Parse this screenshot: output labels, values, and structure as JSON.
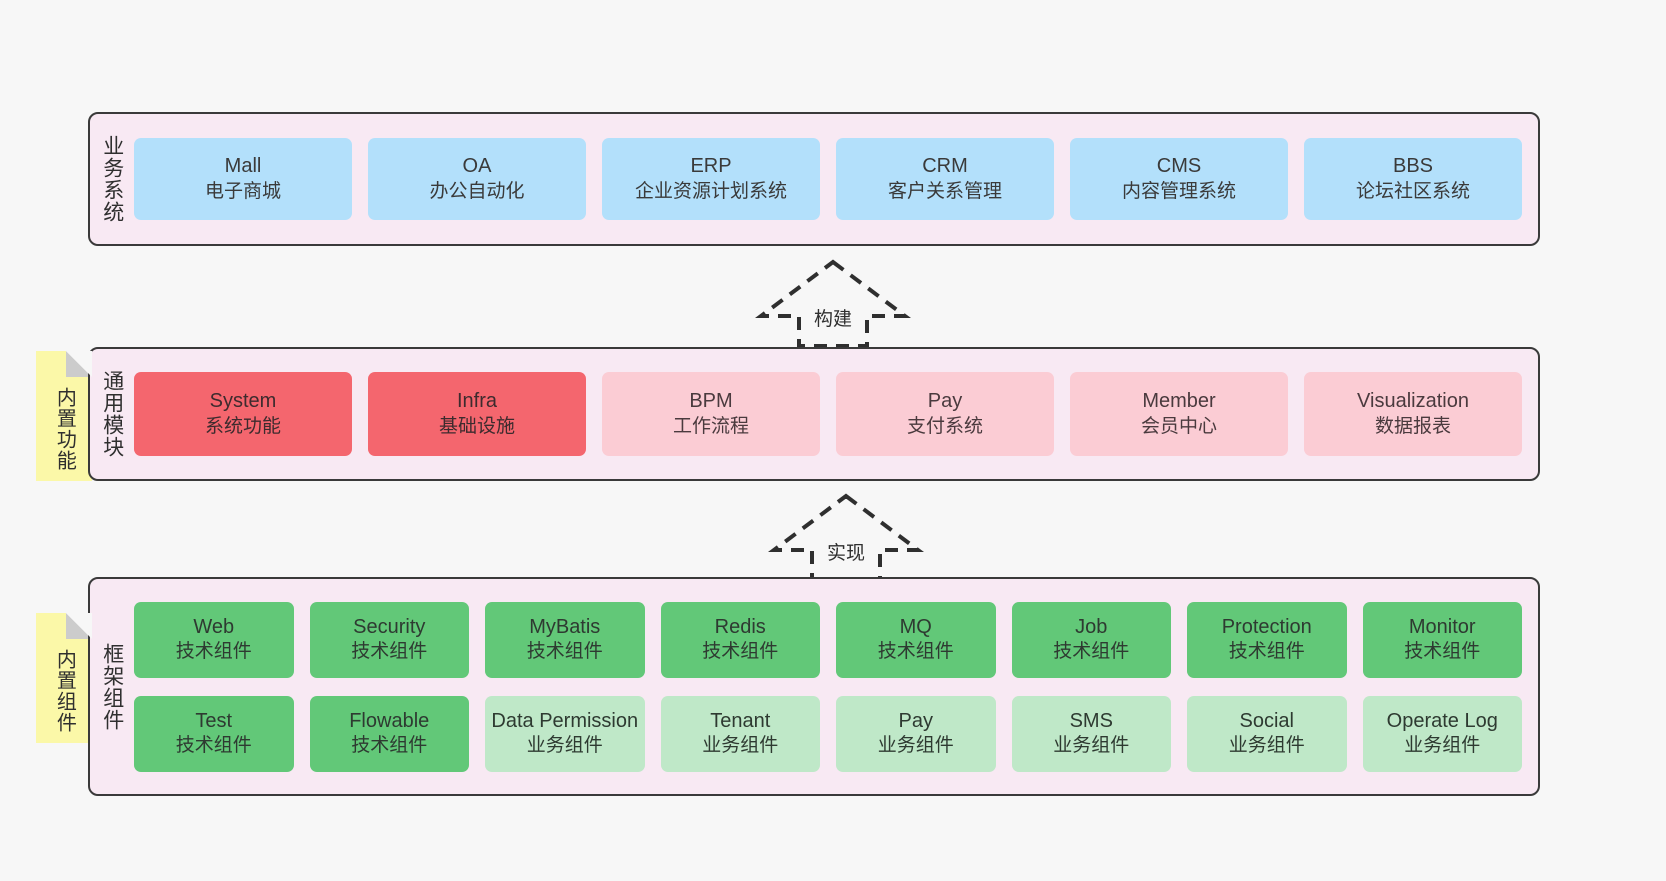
{
  "diagram": {
    "background_color": "#f7f7f7",
    "panel_color": "#f8e9f3",
    "panel_border_color": "#3a3a3a",
    "note_color": "#fbf8a8"
  },
  "layers": [
    {
      "id": "business-systems",
      "title": "业务系统",
      "note": null,
      "rows": [
        {
          "cards": [
            {
              "en": "Mall",
              "cn": "电子商城",
              "color": "#b3e0fb",
              "style": "c-blue"
            },
            {
              "en": "OA",
              "cn": "办公自动化",
              "color": "#b3e0fb",
              "style": "c-blue"
            },
            {
              "en": "ERP",
              "cn": "企业资源计划系统",
              "color": "#b3e0fb",
              "style": "c-blue"
            },
            {
              "en": "CRM",
              "cn": "客户关系管理",
              "color": "#b3e0fb",
              "style": "c-blue"
            },
            {
              "en": "CMS",
              "cn": "内容管理系统",
              "color": "#b3e0fb",
              "style": "c-blue"
            },
            {
              "en": "BBS",
              "cn": "论坛社区系统",
              "color": "#b3e0fb",
              "style": "c-blue"
            }
          ]
        }
      ]
    },
    {
      "id": "common-modules",
      "title": "通用模块",
      "note": "内置功能",
      "rows": [
        {
          "cards": [
            {
              "en": "System",
              "cn": "系统功能",
              "color": "#f4666e",
              "style": "c-red"
            },
            {
              "en": "Infra",
              "cn": "基础设施",
              "color": "#f4666e",
              "style": "c-red"
            },
            {
              "en": "BPM",
              "cn": "工作流程",
              "color": "#fbccd4",
              "style": "c-pink"
            },
            {
              "en": "Pay",
              "cn": "支付系统",
              "color": "#fbccd4",
              "style": "c-pink"
            },
            {
              "en": "Member",
              "cn": "会员中心",
              "color": "#fbccd4",
              "style": "c-pink"
            },
            {
              "en": "Visualization",
              "cn": "数据报表",
              "color": "#fbccd4",
              "style": "c-pink"
            }
          ]
        }
      ]
    },
    {
      "id": "framework-components",
      "title": "框架组件",
      "note": "内置组件",
      "rows": [
        {
          "cards": [
            {
              "en": "Web",
              "cn": "技术组件",
              "color": "#62c878",
              "style": "c-green"
            },
            {
              "en": "Security",
              "cn": "技术组件",
              "color": "#62c878",
              "style": "c-green"
            },
            {
              "en": "MyBatis",
              "cn": "技术组件",
              "color": "#62c878",
              "style": "c-green"
            },
            {
              "en": "Redis",
              "cn": "技术组件",
              "color": "#62c878",
              "style": "c-green"
            },
            {
              "en": "MQ",
              "cn": "技术组件",
              "color": "#62c878",
              "style": "c-green"
            },
            {
              "en": "Job",
              "cn": "技术组件",
              "color": "#62c878",
              "style": "c-green"
            },
            {
              "en": "Protection",
              "cn": "技术组件",
              "color": "#62c878",
              "style": "c-green"
            },
            {
              "en": "Monitor",
              "cn": "技术组件",
              "color": "#62c878",
              "style": "c-green"
            }
          ]
        },
        {
          "cards": [
            {
              "en": "Test",
              "cn": "技术组件",
              "color": "#62c878",
              "style": "c-green"
            },
            {
              "en": "Flowable",
              "cn": "技术组件",
              "color": "#62c878",
              "style": "c-green"
            },
            {
              "en": "Data Permission",
              "cn": "业务组件",
              "color": "#bfe8c8",
              "style": "c-lightgreen"
            },
            {
              "en": "Tenant",
              "cn": "业务组件",
              "color": "#bfe8c8",
              "style": "c-lightgreen"
            },
            {
              "en": "Pay",
              "cn": "业务组件",
              "color": "#bfe8c8",
              "style": "c-lightgreen"
            },
            {
              "en": "SMS",
              "cn": "业务组件",
              "color": "#bfe8c8",
              "style": "c-lightgreen"
            },
            {
              "en": "Social",
              "cn": "业务组件",
              "color": "#bfe8c8",
              "style": "c-lightgreen"
            },
            {
              "en": "Operate Log",
              "cn": "业务组件",
              "color": "#bfe8c8",
              "style": "c-lightgreen"
            }
          ]
        }
      ]
    }
  ],
  "connectors": [
    {
      "id": "build",
      "label": "构建",
      "direction": "up"
    },
    {
      "id": "implement",
      "label": "实现",
      "direction": "up"
    }
  ]
}
